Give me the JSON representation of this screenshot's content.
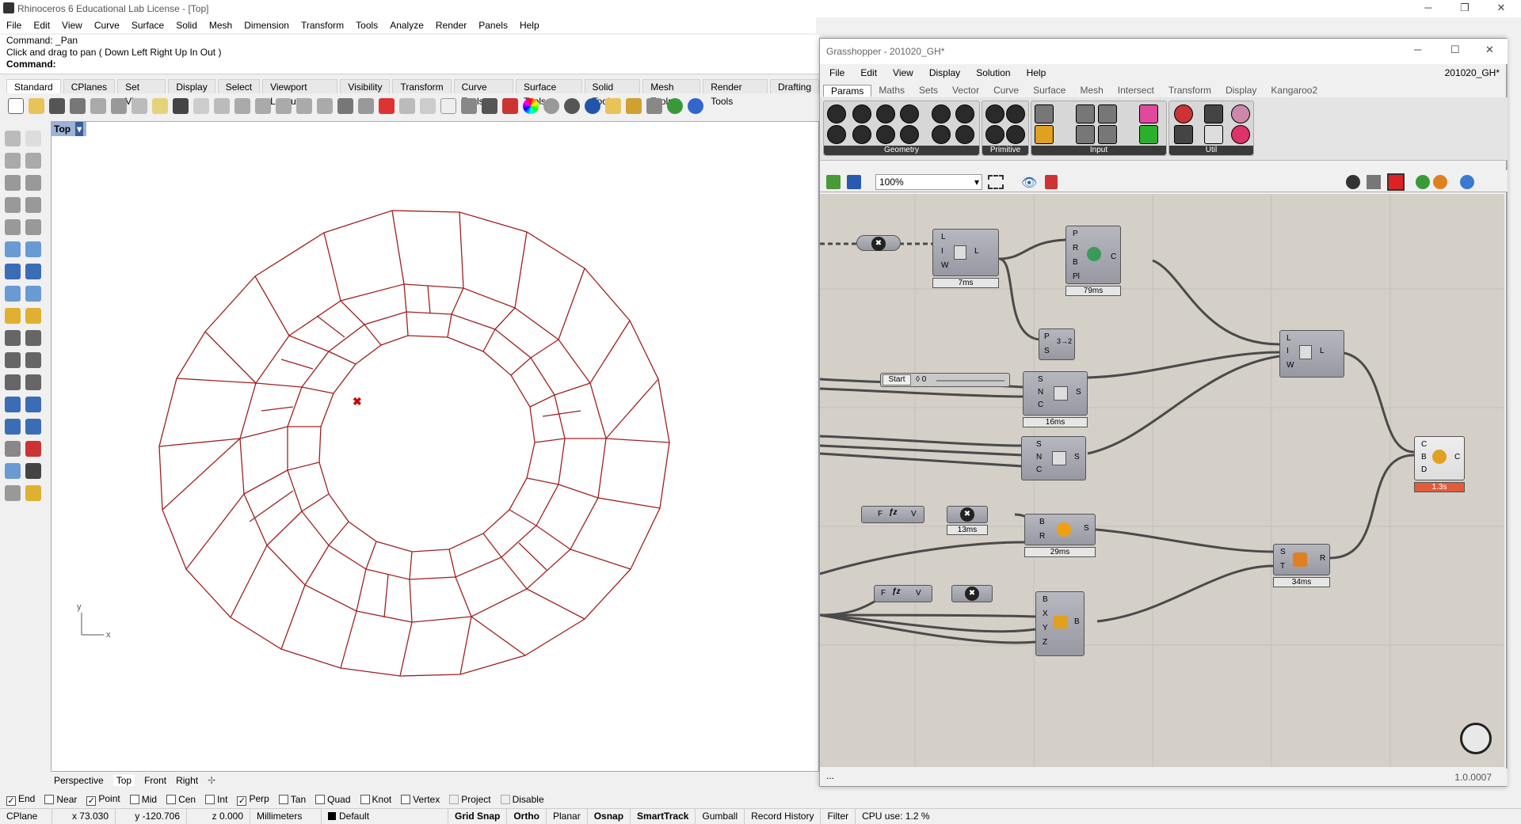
{
  "window": {
    "title": "Rhinoceros 6 Educational Lab License - [Top]"
  },
  "menu": [
    "File",
    "Edit",
    "View",
    "Curve",
    "Surface",
    "Solid",
    "Mesh",
    "Dimension",
    "Transform",
    "Tools",
    "Analyze",
    "Render",
    "Panels",
    "Help"
  ],
  "command": {
    "line1": "Command: _Pan",
    "line2": "Click and drag to pan ( Down  Left  Right  Up  In  Out )",
    "prompt": "Command:"
  },
  "toolbar_tabs": [
    "Standard",
    "CPlanes",
    "Set View",
    "Display",
    "Select",
    "Viewport Layout",
    "Visibility",
    "Transform",
    "Curve Tools",
    "Surface Tools",
    "Solid Tools",
    "Mesh Tools",
    "Render Tools",
    "Drafting"
  ],
  "viewport": {
    "name": "Top",
    "axis_y": "y",
    "axis_x": "x"
  },
  "viewport_tabs": [
    "Perspective",
    "Top",
    "Front",
    "Right"
  ],
  "osnaps": [
    {
      "label": "End",
      "checked": true
    },
    {
      "label": "Near",
      "checked": false
    },
    {
      "label": "Point",
      "checked": true
    },
    {
      "label": "Mid",
      "checked": false
    },
    {
      "label": "Cen",
      "checked": false
    },
    {
      "label": "Int",
      "checked": false
    },
    {
      "label": "Perp",
      "checked": true
    },
    {
      "label": "Tan",
      "checked": false
    },
    {
      "label": "Quad",
      "checked": false
    },
    {
      "label": "Knot",
      "checked": false
    },
    {
      "label": "Vertex",
      "checked": false
    },
    {
      "label": "Project",
      "checked": false
    },
    {
      "label": "Disable",
      "checked": false
    }
  ],
  "status": {
    "cplane": "CPlane",
    "x": "x 73.030",
    "y": "y -120.706",
    "z": "z 0.000",
    "units": "Millimeters",
    "layer": "Default",
    "buttons": [
      "Grid Snap",
      "Ortho",
      "Planar",
      "Osnap",
      "SmartTrack",
      "Gumball",
      "Record History",
      "Filter"
    ],
    "cpu": "CPU use: 1.2 %"
  },
  "gh": {
    "title": "Grasshopper - 201020_GH*",
    "menu": [
      "File",
      "Edit",
      "View",
      "Display",
      "Solution",
      "Help"
    ],
    "doc": "201020_GH*",
    "tabs": [
      "Params",
      "Maths",
      "Sets",
      "Vector",
      "Curve",
      "Surface",
      "Mesh",
      "Intersect",
      "Transform",
      "Display",
      "Kangaroo2"
    ],
    "groups": [
      "Geometry",
      "Primitive",
      "Input",
      "Util"
    ],
    "zoom": "100%",
    "version": "1.0.0007",
    "footer": "...",
    "nodes": {
      "n1": {
        "ports_in": [
          "L",
          "I",
          "W"
        ],
        "out": "L",
        "time": "7ms"
      },
      "n2": {
        "ports_in": [
          "P",
          "R",
          "B",
          "Pl"
        ],
        "out": "C",
        "time": "79ms"
      },
      "n3": {
        "ports_in": [
          "P",
          "S"
        ]
      },
      "slider": {
        "label": "Start",
        "value": "◊ 0"
      },
      "n4": {
        "ports_in": [
          "S",
          "N",
          "C"
        ],
        "out": "S",
        "time": "16ms"
      },
      "n5": {
        "ports_in": [
          "S",
          "N",
          "C"
        ],
        "out": "S"
      },
      "n6": {
        "ports_in": [
          "L",
          "I",
          "W"
        ],
        "out": "L"
      },
      "n7": {
        "ports_in": [
          "C",
          "B",
          "D"
        ],
        "out": "C",
        "time": "1.3s"
      },
      "expr1": {
        "in": "F",
        "out": "V"
      },
      "n8": {
        "time": "13ms"
      },
      "n9": {
        "ports_in": [
          "B",
          "R"
        ],
        "out": "S",
        "time": "29ms"
      },
      "n10": {
        "ports_in": [
          "S",
          "T"
        ],
        "out": "R",
        "time": "34ms"
      },
      "expr2": {
        "in": "F",
        "out": "V"
      },
      "n11": {
        "ports_in": [
          "B",
          "X",
          "Y",
          "Z"
        ],
        "out": "B"
      }
    }
  }
}
